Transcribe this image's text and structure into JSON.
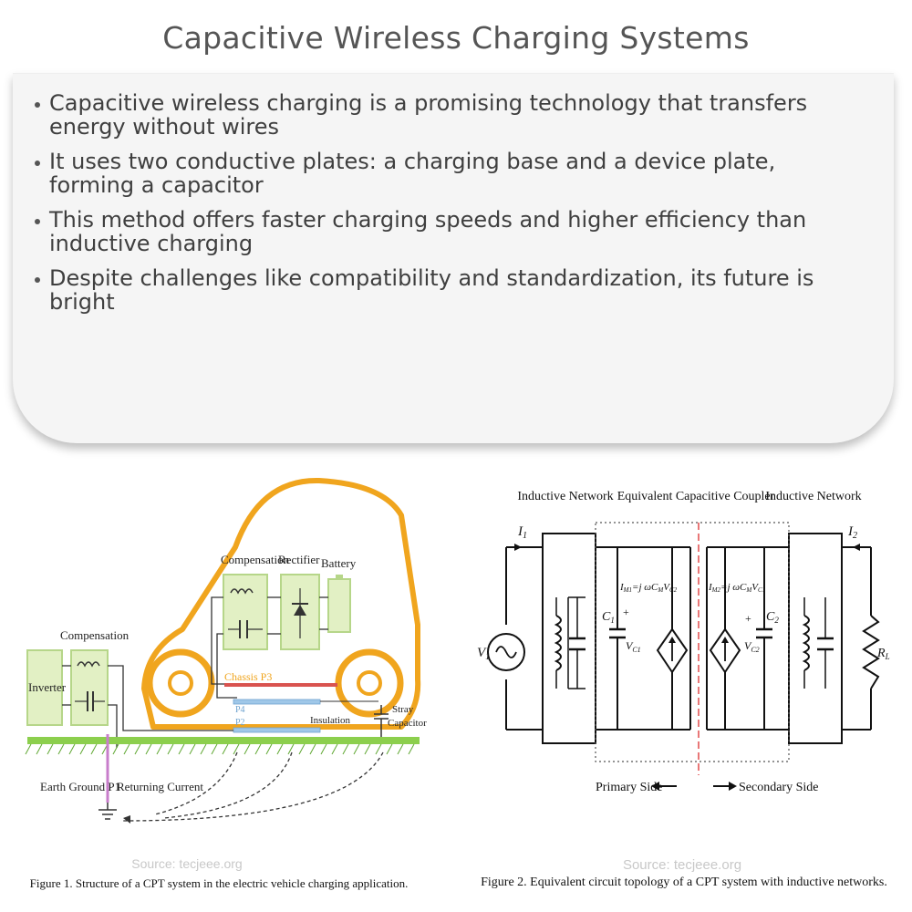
{
  "title": "Capacitive Wireless Charging Systems",
  "bullets": [
    "Capacitive wireless charging is a promising technology that transfers energy without wires",
    "It uses two conductive plates: a charging base and a device plate, forming a capacitor",
    "This method offers faster charging speeds and higher efficiency than inductive charging",
    "Despite challenges like compatibility and standardization, its future is bright"
  ],
  "figure1": {
    "caption": "Figure 1. Structure of a CPT system in the electric vehicle charging application.",
    "source": "Source: tecjeee.org",
    "labels": {
      "compensation_car": "Compensation",
      "rectifier": "Rectifier",
      "battery": "Battery",
      "compensation_ground": "Compensation",
      "inverter": "Inverter",
      "chassis": "Chassis P3",
      "p4": "P4",
      "p2": "P2",
      "insulation": "Insulation",
      "stray1": "Stray",
      "stray2": "Capacitor",
      "earth_ground": "Earth Ground P1",
      "returning_current": "Returning Current"
    }
  },
  "figure2": {
    "caption": "Figure 2. Equivalent circuit topology of a CPT system with inductive networks.",
    "source": "Source: tecjeee.org",
    "labels": {
      "inductive_network_left": "Inductive Network",
      "coupler": "Equivalent Capacitive Coupler",
      "inductive_network_right": "Inductive Network",
      "i1": "I",
      "i1_sub": "1",
      "i2": "I",
      "i2_sub": "2",
      "v1": "V",
      "v1_sub": "1",
      "c1": "C",
      "c1_sub": "1",
      "c2": "C",
      "c2_sub": "2",
      "vc1": "V",
      "vc1_sub": "C1",
      "vc2": "V",
      "vc2_sub": "C2",
      "im1": "I",
      "im1_sub": "M1",
      "im1_eq": "=j ωC",
      "im1_eq_sub": "M",
      "im1_v": "V",
      "im1_v_sub": "C2",
      "im2": "I",
      "im2_sub": "M2",
      "im2_eq": "=j ωC",
      "im2_eq_sub": "M",
      "im2_v": "V",
      "im2_v_sub": "C1",
      "rl": "R",
      "rl_sub": "L",
      "plus": "+",
      "primary": "Primary Side",
      "secondary": "Secondary Side"
    }
  },
  "colors": {
    "car_body": "#f0a51e",
    "box_fill": "#e2f0c4",
    "box_stroke": "#b6d689",
    "ground": "#8ccf4d",
    "chassis": "#d9534f",
    "plate": "#9fc7e8",
    "return_wire": "#c87dcb",
    "coupler_line": "#e24a4a"
  }
}
